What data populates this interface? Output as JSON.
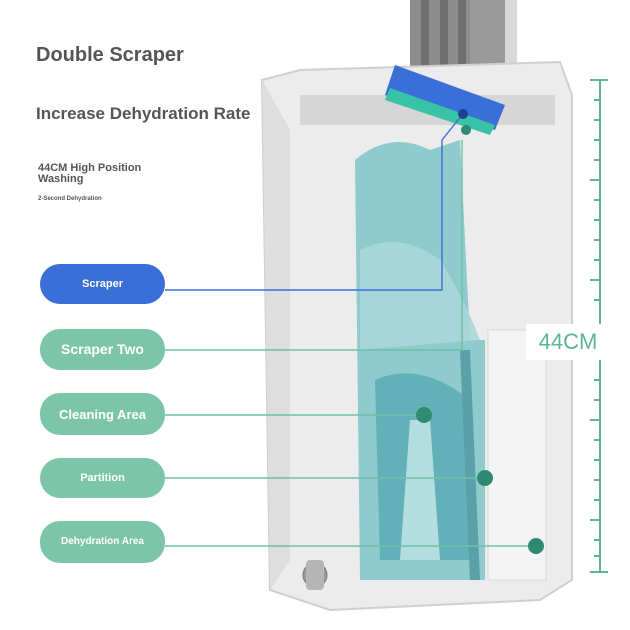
{
  "headings": {
    "title": "Double Scraper",
    "feature": "Increase Dehydration Rate",
    "washing": "44CM High Position Washing",
    "dehydration": "2-Second Dehydration"
  },
  "labels": [
    {
      "text": "Scraper",
      "color": "#3a6fd8"
    },
    {
      "text": "Scraper Two",
      "color": "#7dc5a8"
    },
    {
      "text": "Cleaning Area",
      "color": "#7dc5a8"
    },
    {
      "text": "Partition",
      "color": "#7dc5a8"
    },
    {
      "text": "Dehydration Area",
      "color": "#7dc5a8"
    }
  ],
  "ruler": {
    "label": "44CM",
    "color": "#5cb597"
  },
  "colors": {
    "bucket": "#e6e6e6",
    "water": "#5fb9c0",
    "mop": "#8a8a8a",
    "scraper": "#3a6fd8",
    "accent": "#2f8a72"
  }
}
